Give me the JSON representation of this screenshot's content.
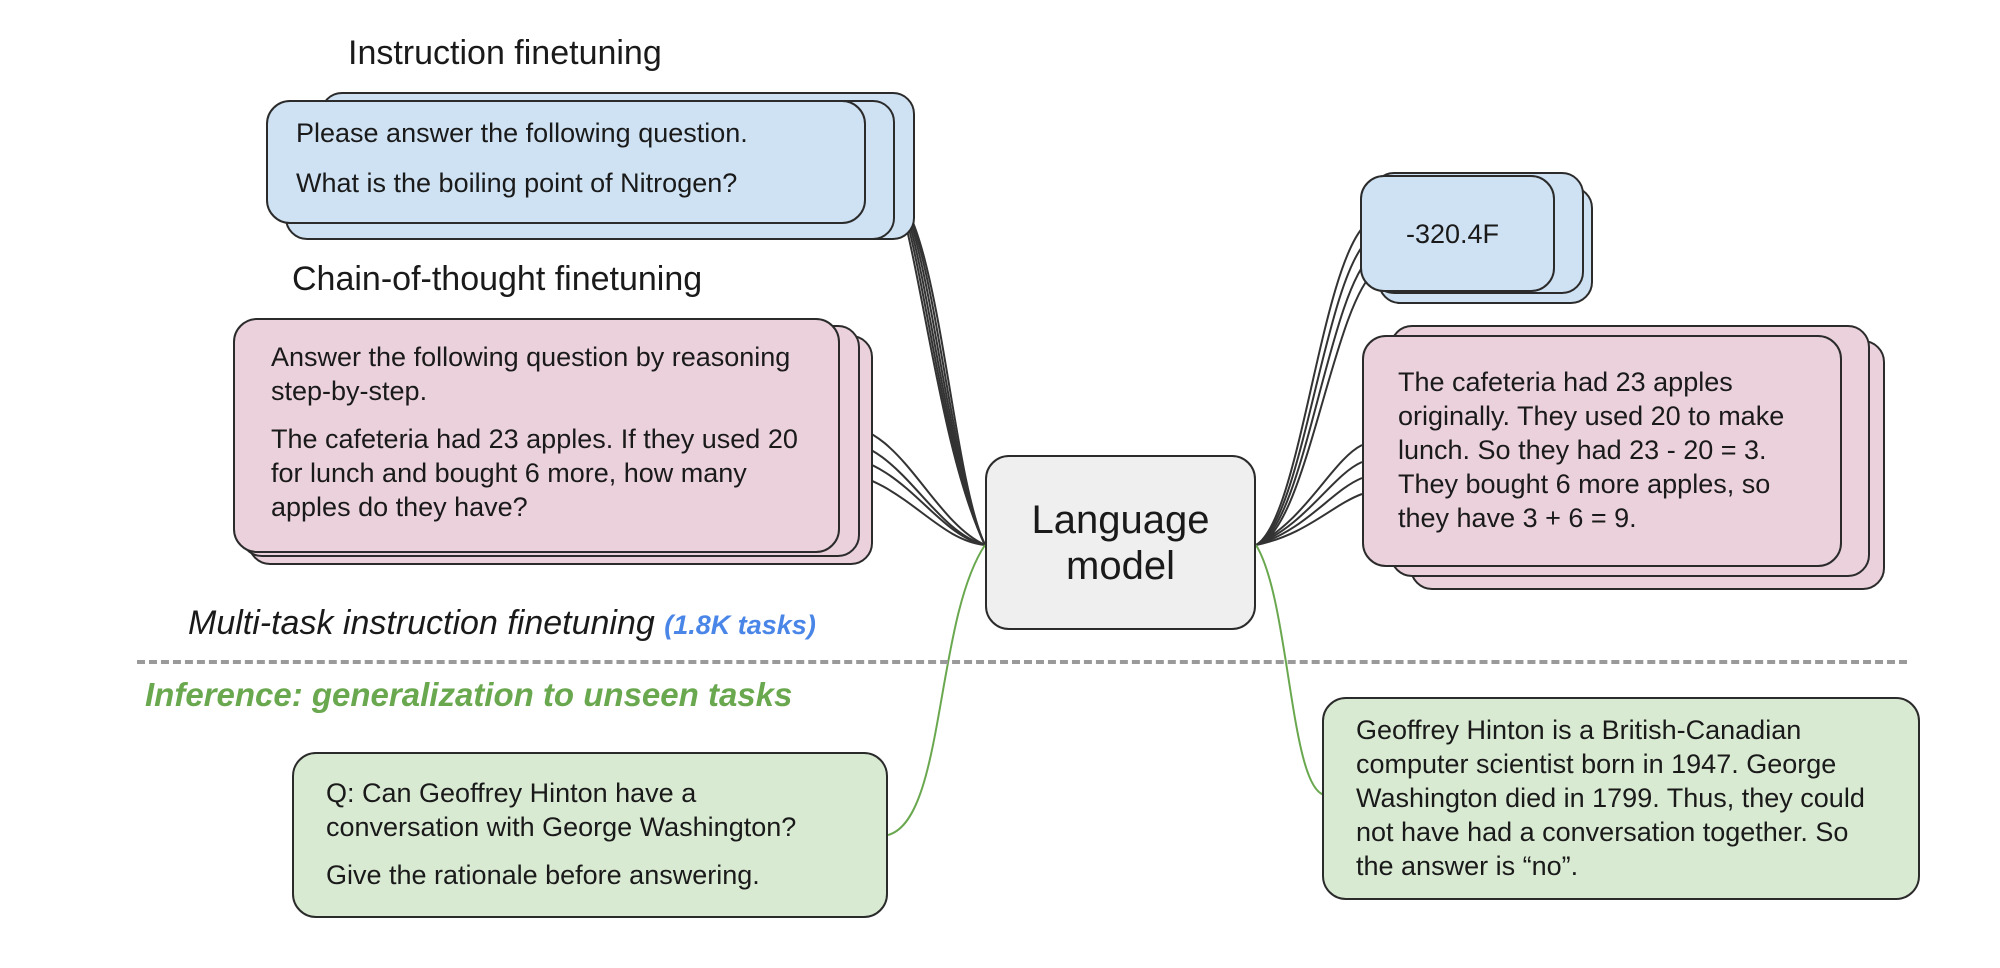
{
  "headings": {
    "instruction_finetuning": "Instruction finetuning",
    "cot_finetuning": "Chain-of-thought finetuning",
    "multitask": "Multi-task instruction finetuning",
    "multitask_count": "(1.8K tasks)",
    "inference": "Inference: generalization to unseen tasks"
  },
  "instruction_input": {
    "line1": "Please answer the following question.",
    "line2": "What is the boiling point of Nitrogen?"
  },
  "cot_input": {
    "line1": "Answer the following question by reasoning step-by-step.",
    "line2": "The cafeteria had 23 apples. If they used 20 for lunch and bought 6 more, how many apples do they have?"
  },
  "model": {
    "label": "Language model"
  },
  "instruction_output": {
    "text": "-320.4F"
  },
  "cot_output": {
    "text": "The cafeteria had 23 apples originally. They used 20 to make lunch. So they had 23 - 20 = 3. They bought 6 more apples, so they have 3 + 6 = 9."
  },
  "inference_input": {
    "line1": "Q: Can Geoffrey Hinton have a conversation with George Washington?",
    "line2": "Give the rationale before answering."
  },
  "inference_output": {
    "text": "Geoffrey Hinton is a British-Canadian computer scientist born in 1947. George Washington died in 1799. Thus, they could not have had a conversation together. So the answer is “no”."
  },
  "colors": {
    "blue_fill": "#cfe2f3",
    "pink_fill": "#ead1dc",
    "green_fill": "#d9ead3",
    "model_fill": "#efefef",
    "tasks_blue": "#4a86e8",
    "inference_green": "#6aa84f",
    "divider_gray": "#9a9a9a"
  }
}
